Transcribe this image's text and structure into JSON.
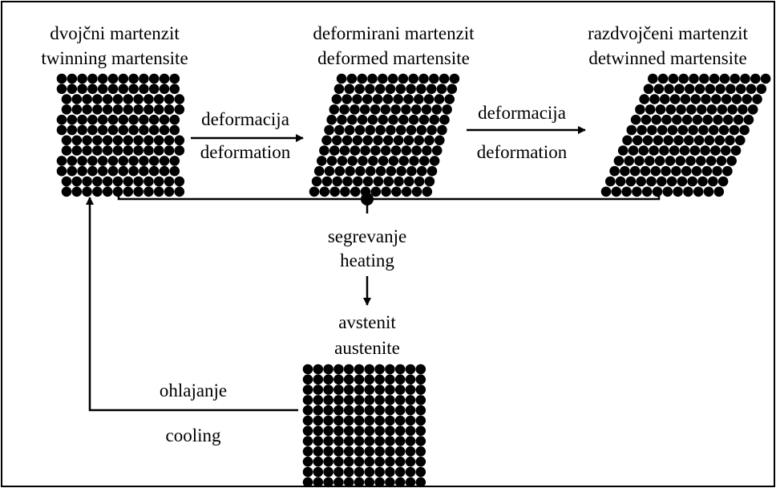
{
  "colors": {
    "ink": "#000000",
    "background": "#ffffff"
  },
  "states": {
    "twinned": {
      "label_sl": "dvojčni martenzit",
      "label_en": "twinning martensite",
      "lattice": "twinned"
    },
    "deformed": {
      "label_sl": "deformirani martenzit",
      "label_en": "deformed martensite",
      "lattice": "sheared"
    },
    "detwinned": {
      "label_sl": "razdvojčeni martenzit",
      "label_en": "detwinned martensite",
      "lattice": "sheared"
    },
    "austenite": {
      "label_sl": "avstenit",
      "label_en": "austenite",
      "lattice": "square"
    }
  },
  "steps": {
    "deformation_1": {
      "label_sl": "deformacija",
      "label_en": "deformation"
    },
    "deformation_2": {
      "label_sl": "deformacija",
      "label_en": "deformation"
    },
    "heating": {
      "label_sl": "segrevanje",
      "label_en": "heating"
    },
    "cooling": {
      "label_sl": "ohlajanje",
      "label_en": "cooling"
    }
  }
}
